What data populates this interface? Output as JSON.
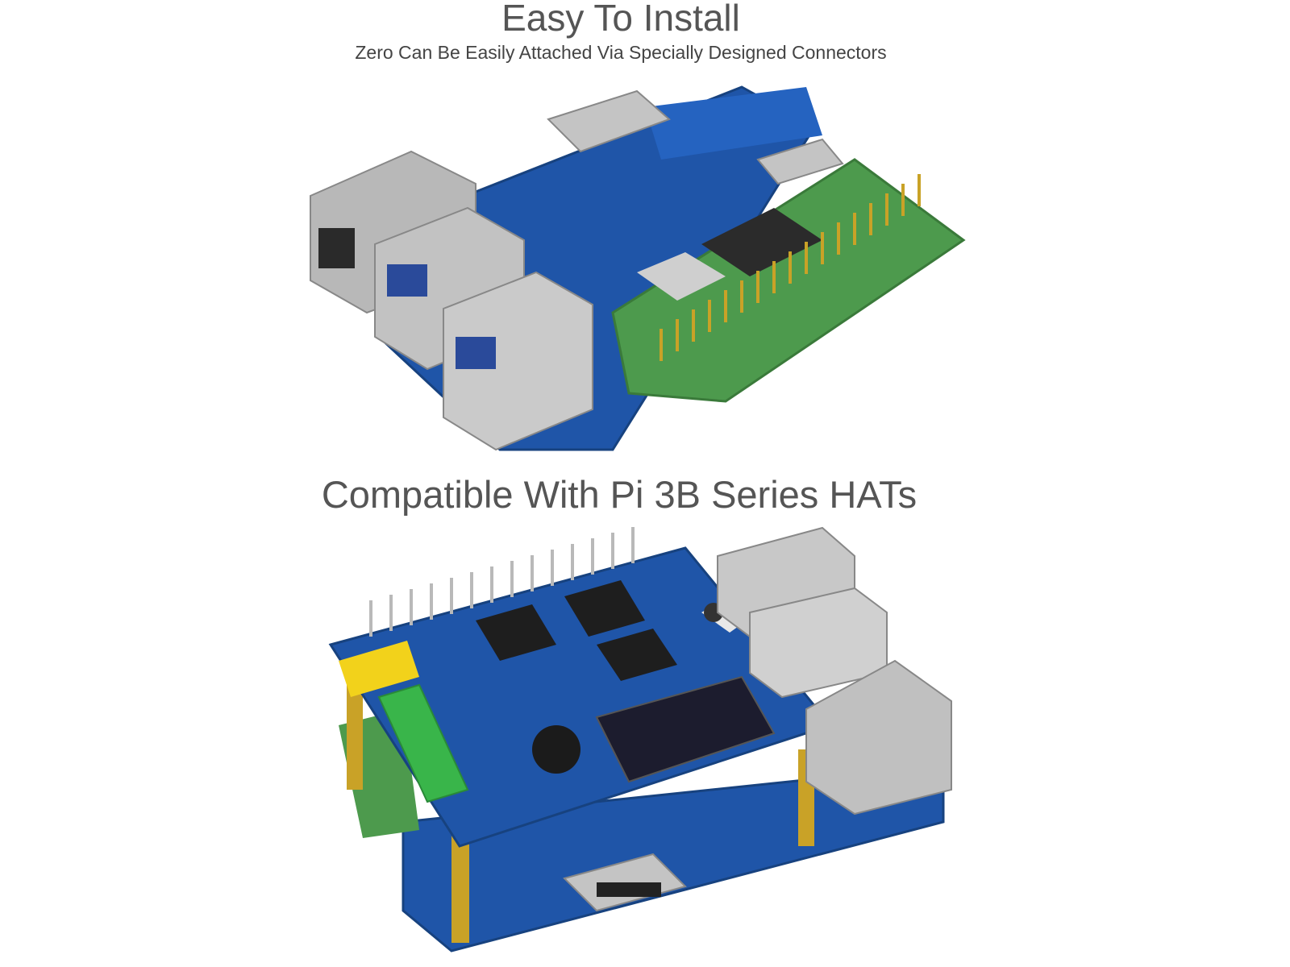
{
  "section1": {
    "title": "Easy To Install",
    "subtitle": "Zero Can Be Easily Attached Via Specially Designed Connectors"
  },
  "section2": {
    "title": "Compatible With Pi 3B Series HATs"
  },
  "colors": {
    "board_blue": "#1f55a8",
    "pcb_green": "#4d9a4d",
    "metal": "#b8b8b8",
    "gold_pin": "#c9a227",
    "terminal_green": "#39b54a",
    "header_yellow": "#f2d21b"
  }
}
